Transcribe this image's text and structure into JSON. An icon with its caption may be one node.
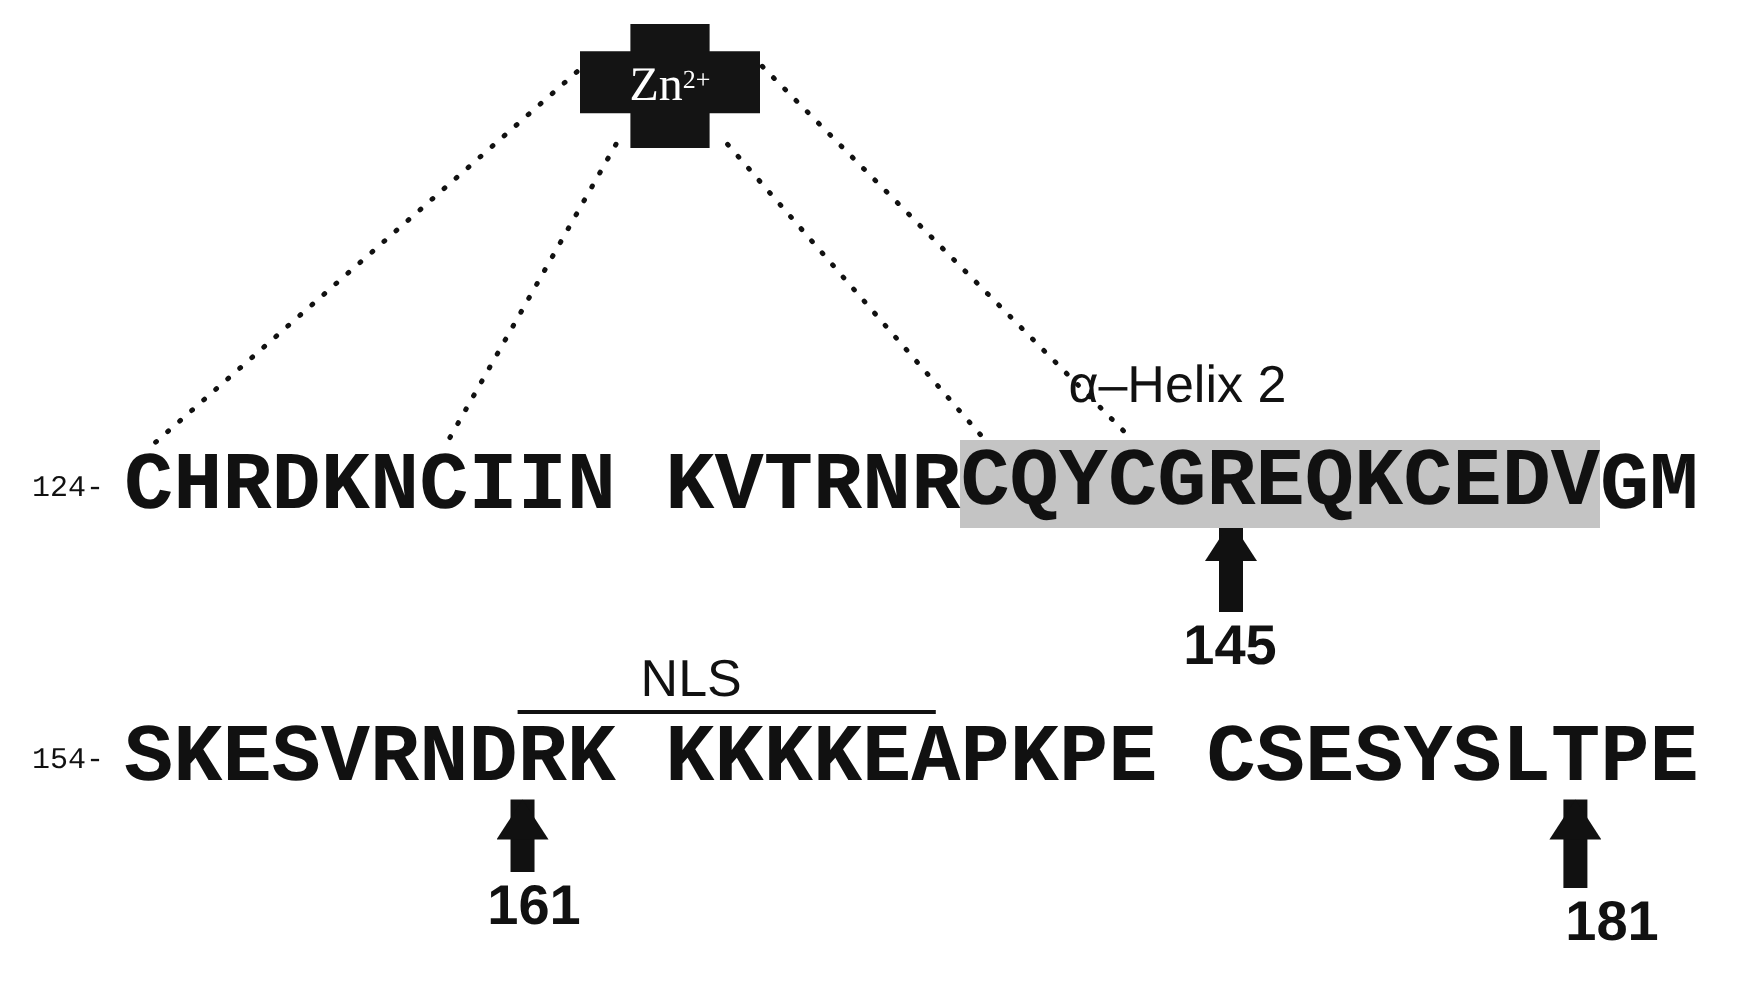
{
  "diagram": {
    "nodes": [
      {
        "text": [
          "Zn$^{2+}$"
        ]
      },
      {
        "text": [
          "CQYCGREQKCEDV"
        ],
        "beside": [
          "α–Helix 2"
        ]
      },
      {
        "text": [
          "145"
        ]
      },
      {
        "text": [
          "161"
        ]
      },
      {
        "text": [
          "181"
        ]
      },
      {
        "text": [
          "CHRDKNCIIN KVTRNR"
        ]
      },
      {
        "text": [
          "SKESVRNDRK KKKKEAPKPE CSESYSLTPE"
        ]
      }
    ],
    "edges": [
      {
        "from": 0,
        "to": 5,
        "arrow": "none",
        "style": "dashed"
      },
      {
        "from": 0,
        "to": 5,
        "arrow": "none",
        "style": "dashed"
      },
      {
        "from": 0,
        "to": 1,
        "arrow": "none",
        "style": "dashed"
      },
      {
        "from": 0,
        "to": 1,
        "arrow": "none",
        "style": "dashed"
      },
      {
        "from": 2,
        "to": 1,
        "arrow": "to",
        "style": "thick"
      },
      {
        "from": 3,
        "to": 6,
        "arrow": "to",
        "style": "thick"
      },
      {
        "from": 4,
        "to": 6,
        "arrow": "to",
        "style": "thick"
      }
    ],
    "labels": [
      "124-",
      "GM",
      "NLS",
      "154-"
    ]
  }
}
